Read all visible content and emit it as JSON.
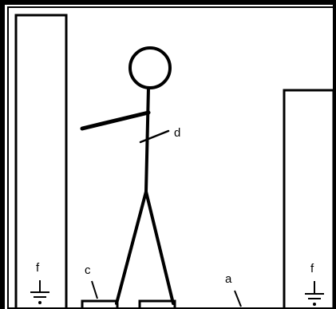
{
  "diagram": {
    "labels": {
      "a": "a",
      "c": "c",
      "d": "d",
      "f_left": "f",
      "f_right": "f"
    },
    "colors": {
      "ink": "#000000",
      "paper": "#ffffff"
    },
    "elements": [
      "outer-frame",
      "left-column",
      "right-column",
      "stick-figure",
      "feet-pads",
      "ground-symbols",
      "floor-line"
    ]
  }
}
